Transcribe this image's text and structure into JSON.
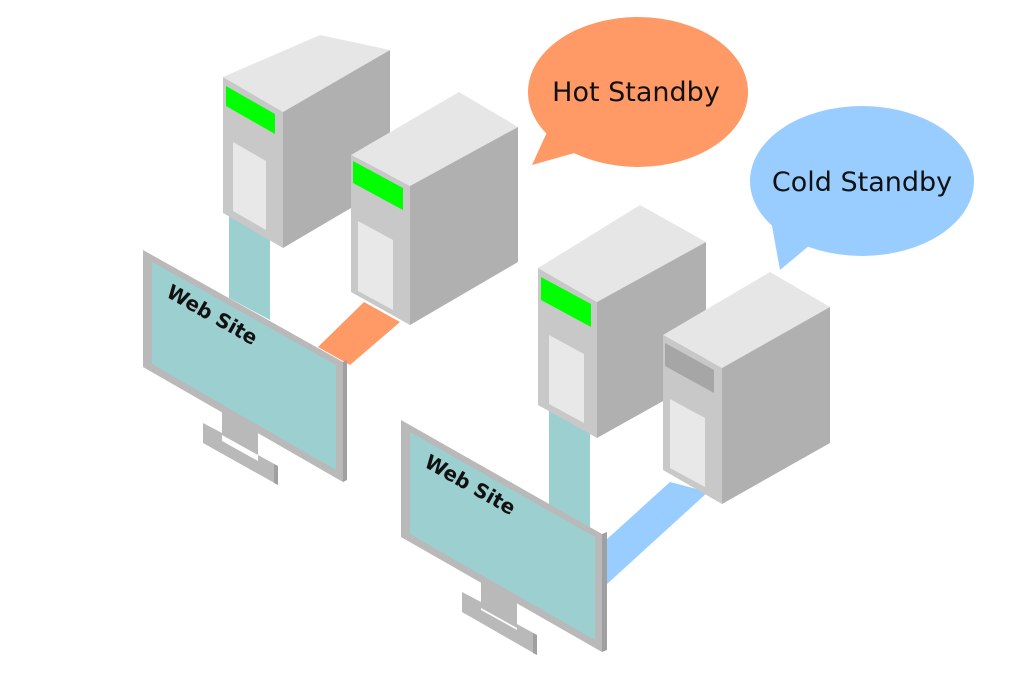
{
  "title": "Hot Standby vs Cold Standby",
  "colors": {
    "server_top": "#e6e6e6",
    "server_front": "#c8c8c8",
    "server_side": "#b0b0b0",
    "server_panel": "#e8e8e8",
    "status_active": "#00ff00",
    "status_inactive": "#a6a6a6",
    "monitor_bezel": "#b9b9b9",
    "monitor_side": "#a0a0a0",
    "monitor_screen": "#9ccfd0",
    "cable_primary": "#9ccfd0",
    "hot_color": "#ff9966",
    "cold_color": "#99ccff"
  },
  "groups": [
    {
      "id": "hot",
      "bubble_label": "Hot Standby",
      "monitor_label": "Web Site",
      "primary_server_status": "active",
      "standby_server_status": "active"
    },
    {
      "id": "cold",
      "bubble_label": "Cold Standby",
      "monitor_label": "Web Site",
      "primary_server_status": "active",
      "standby_server_status": "inactive"
    }
  ]
}
